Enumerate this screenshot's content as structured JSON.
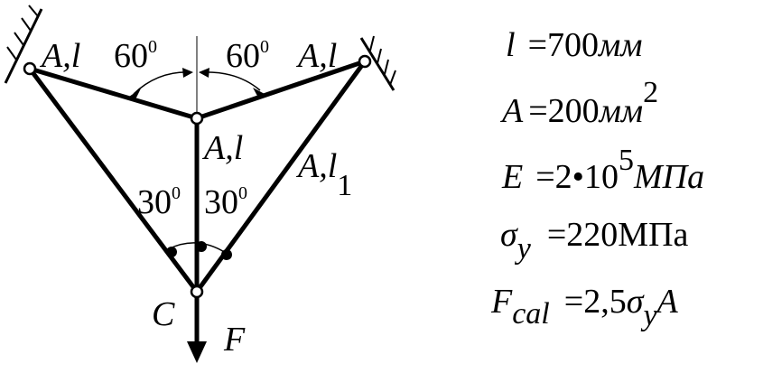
{
  "diagram": {
    "labels": {
      "top_left_member": "A,l",
      "top_right_member": "A,l",
      "vertical_member": "A,l",
      "right_diagonal_A": "A,l",
      "right_diagonal_sub": "1",
      "angle_left": "60",
      "angle_right": "60",
      "angle_sup": "0",
      "angle_low_left": "30",
      "angle_low_right": "30",
      "node_c": "C",
      "force": "F"
    }
  },
  "parameters": {
    "l": {
      "symbol": "l",
      "eq": "=",
      "value": "700",
      "unit": "мм"
    },
    "A": {
      "symbol": "A",
      "eq": "=",
      "value": "200",
      "unit": "мм",
      "unit_sup": "2"
    },
    "E": {
      "symbol": "E",
      "eq": "=",
      "value": "2•1",
      "value_tail": "0",
      "sup": "5",
      "unit": "МПа"
    },
    "sigma": {
      "symbol": "σ",
      "sub": "y",
      "eq": "=",
      "value": "220МПа"
    },
    "F": {
      "symbol": "F",
      "sub": "cal",
      "eq": "=",
      "value": "2,5",
      "sigma": "σ",
      "sigma_sub": "y",
      "tail": "A"
    }
  },
  "colors": {
    "ink": "#000000",
    "background": "#ffffff"
  }
}
